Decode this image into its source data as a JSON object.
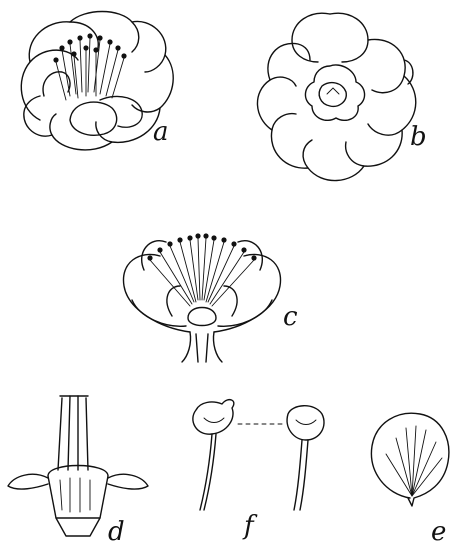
{
  "figures": [
    {
      "id": "a",
      "label": "a"
    },
    {
      "id": "b",
      "label": "b"
    },
    {
      "id": "c",
      "label": "c"
    },
    {
      "id": "d",
      "label": "d"
    },
    {
      "id": "f",
      "label": "f"
    },
    {
      "id": "e",
      "label": "e"
    }
  ]
}
